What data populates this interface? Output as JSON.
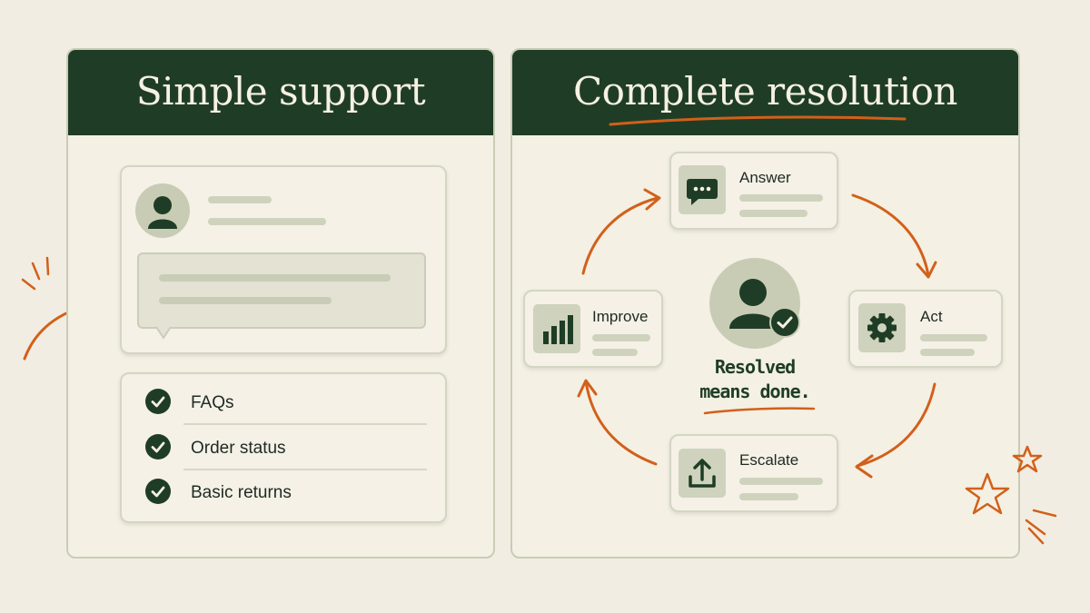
{
  "left_panel": {
    "title": "Simple support",
    "checklist": [
      {
        "label": "FAQs"
      },
      {
        "label": "Order status"
      },
      {
        "label": "Basic returns"
      }
    ]
  },
  "right_panel": {
    "title": "Complete resolution",
    "center_note_line1": "Resolved",
    "center_note_line2": "means done.",
    "nodes": {
      "answer": {
        "label": "Answer",
        "icon": "chat-bubble-icon"
      },
      "act": {
        "label": "Act",
        "icon": "gear-icon"
      },
      "escalate": {
        "label": "Escalate",
        "icon": "upload-icon"
      },
      "improve": {
        "label": "Improve",
        "icon": "bar-chart-icon"
      }
    }
  },
  "colors": {
    "header_green": "#1f3d26",
    "accent_orange": "#d2601a",
    "background": "#f2ede2",
    "muted_sage": "#c9ccb4"
  }
}
